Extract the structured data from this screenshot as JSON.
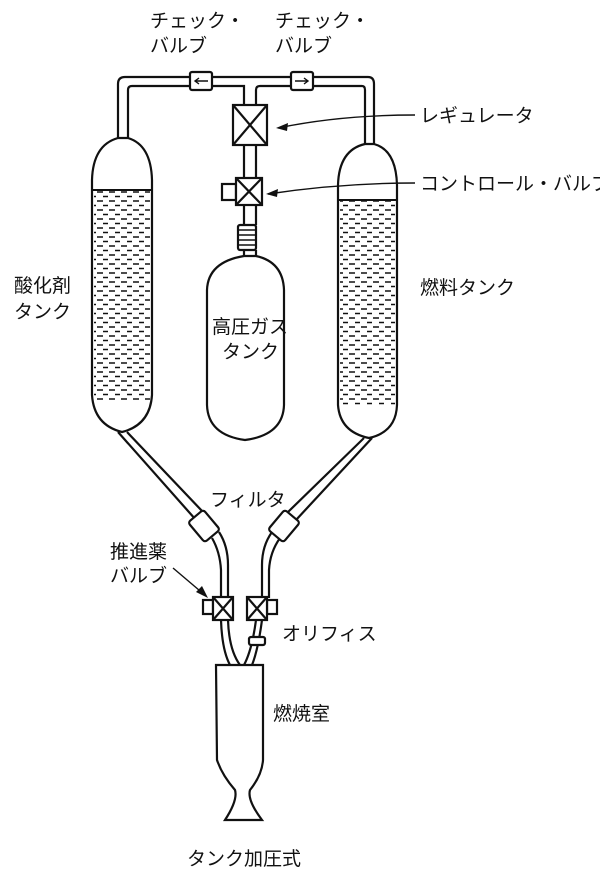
{
  "labels": {
    "check_valve_left": [
      "チェック・",
      "バルブ"
    ],
    "check_valve_right": [
      "チェック・",
      "バルブ"
    ],
    "regulator": "レギュレータ",
    "control_valve": "コントロール・バルブ",
    "oxidizer_tank": [
      "酸化剤",
      "タンク"
    ],
    "fuel_tank": "燃料タンク",
    "high_pressure_gas_tank": [
      "高圧ガス",
      "タンク"
    ],
    "filter": "フィルタ",
    "propellant_valve": [
      "推進薬",
      "バルブ"
    ],
    "orifice": "オリフィス",
    "combustion_chamber": "燃焼室",
    "caption": "タンク加圧式"
  }
}
